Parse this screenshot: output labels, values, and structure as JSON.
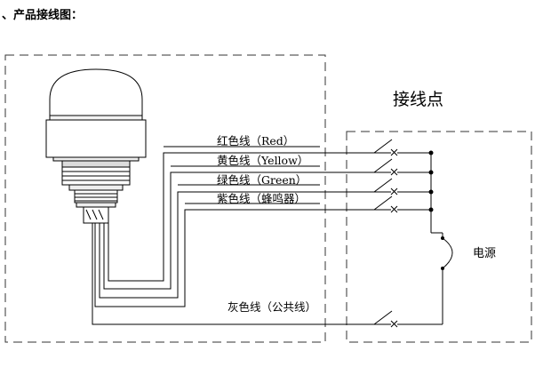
{
  "title": "、产品接线图：",
  "terminal_label": "接线点",
  "power_label": "电源",
  "wires": {
    "red": "红色线（Red）",
    "yellow": "黄色线（Yellow）",
    "green": "绿色线（Green）",
    "buzzer": "紫色线（蜂鸣器）",
    "common": "灰色线（公共线）"
  }
}
